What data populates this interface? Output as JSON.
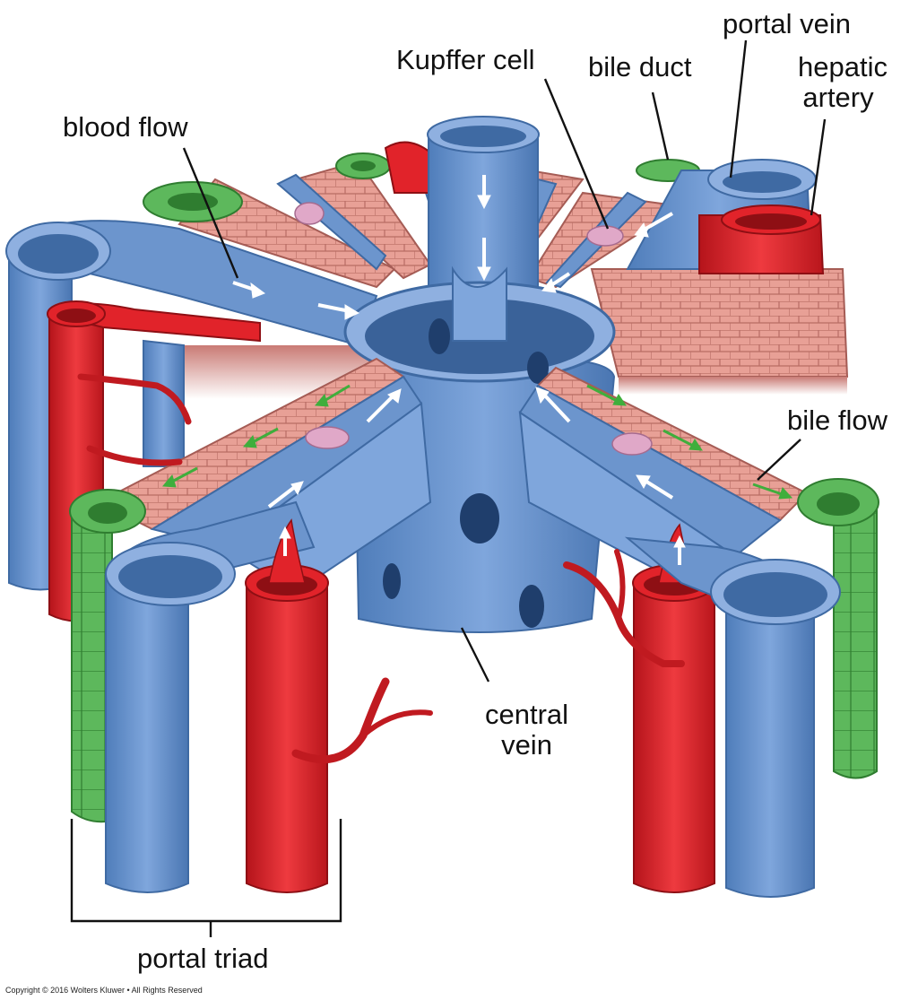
{
  "labels": {
    "portal_vein": "portal vein",
    "kupffer_cell": "Kupffer cell",
    "bile_duct": "bile duct",
    "hepatic_artery_line1": "hepatic",
    "hepatic_artery_line2": "artery",
    "blood_flow": "blood flow",
    "bile_flow": "bile flow",
    "central_vein_line1": "central",
    "central_vein_line2": "vein",
    "portal_triad": "portal triad"
  },
  "copyright": "Copyright © 2016 Wolters Kluwer • All Rights Reserved",
  "colors": {
    "vein_blue": "#6c95cd",
    "vein_dark": "#3f6aa3",
    "artery_red": "#e1232a",
    "bile_green": "#5db85c",
    "hepatocyte_pink": "#e8a096"
  },
  "icons": [
    "arrow-icon"
  ]
}
